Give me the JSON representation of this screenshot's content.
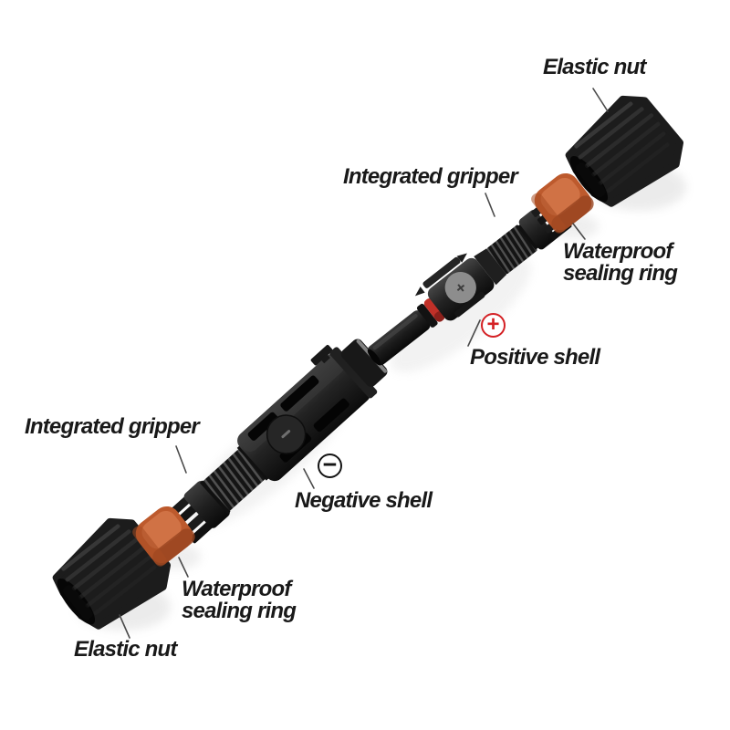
{
  "diagram": {
    "labels": {
      "elastic_nut_top": "Elastic nut",
      "integrated_gripper_top": "Integrated gripper",
      "waterproof_sealing_ring_top": "Waterproof sealing ring",
      "positive_shell": "Positive shell",
      "integrated_gripper_left": "Integrated gripper",
      "negative_shell": "Negative shell",
      "waterproof_sealing_ring_bottom": "Waterproof sealing ring",
      "elastic_nut_bottom": "Elastic nut"
    },
    "markers": {
      "positive_symbol": "+",
      "negative_symbol": "−"
    }
  },
  "colors": {
    "background": "#ffffff",
    "label_text": "#191919",
    "positive_marker": "#d42024",
    "negative_marker": "#141414",
    "seal_ring_orange": "#bd5a2d",
    "seal_ring_highlight": "#d3774a",
    "seal_ring_shadow": "#97441f",
    "oring_red": "#c03028",
    "part_black": "#1e1e1e",
    "leader_line": "#4a4a4a"
  }
}
